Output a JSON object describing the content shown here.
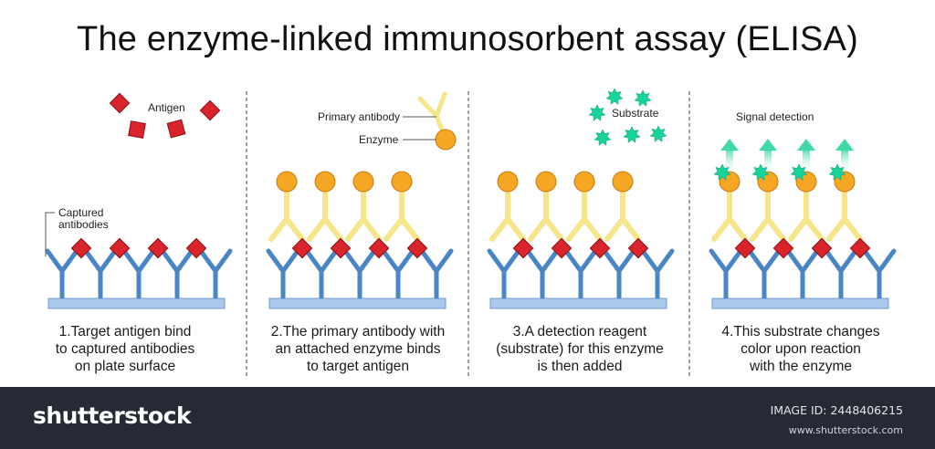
{
  "title": "The enzyme-linked immunosorbent assay (ELISA)",
  "colors": {
    "capture_antibody": "#4a86c5",
    "plate": "#a9c8ea",
    "antigen": "#d8242a",
    "primary_antibody": "#f7e58a",
    "enzyme": "#f5a623",
    "substrate": "#19d49a",
    "footer_bg": "#262a35"
  },
  "panels": [
    {
      "step": 1,
      "caption": [
        "1.Target antigen bind",
        "to captured antibodies",
        "on plate surface"
      ],
      "labels": {
        "antigen": "Antigen",
        "captured": [
          "Captured",
          "antibodies"
        ]
      },
      "bound_antigen": true,
      "primary_antibody": false,
      "substrate": false,
      "signal": false
    },
    {
      "step": 2,
      "caption": [
        "2.The primary antibody with",
        "an attached enzyme binds",
        "to target antigen"
      ],
      "labels": {
        "primary_antibody": "Primary antibody",
        "enzyme": "Enzyme"
      },
      "bound_antigen": true,
      "primary_antibody": true,
      "substrate": false,
      "signal": false
    },
    {
      "step": 3,
      "caption": [
        "3.A detection reagent",
        "(substrate) for this enzyme",
        "is then added"
      ],
      "labels": {
        "substrate": "Substrate"
      },
      "bound_antigen": true,
      "primary_antibody": true,
      "substrate": true,
      "signal": false
    },
    {
      "step": 4,
      "caption": [
        "4.This substrate changes",
        "color upon reaction",
        "with the enzyme"
      ],
      "labels": {
        "signal": "Signal detection"
      },
      "bound_antigen": true,
      "primary_antibody": true,
      "substrate": false,
      "signal": true
    }
  ],
  "footer": {
    "brand": "shutterstock",
    "image_id": "IMAGE ID: 2448406215",
    "site": "www.shutterstock.com"
  }
}
